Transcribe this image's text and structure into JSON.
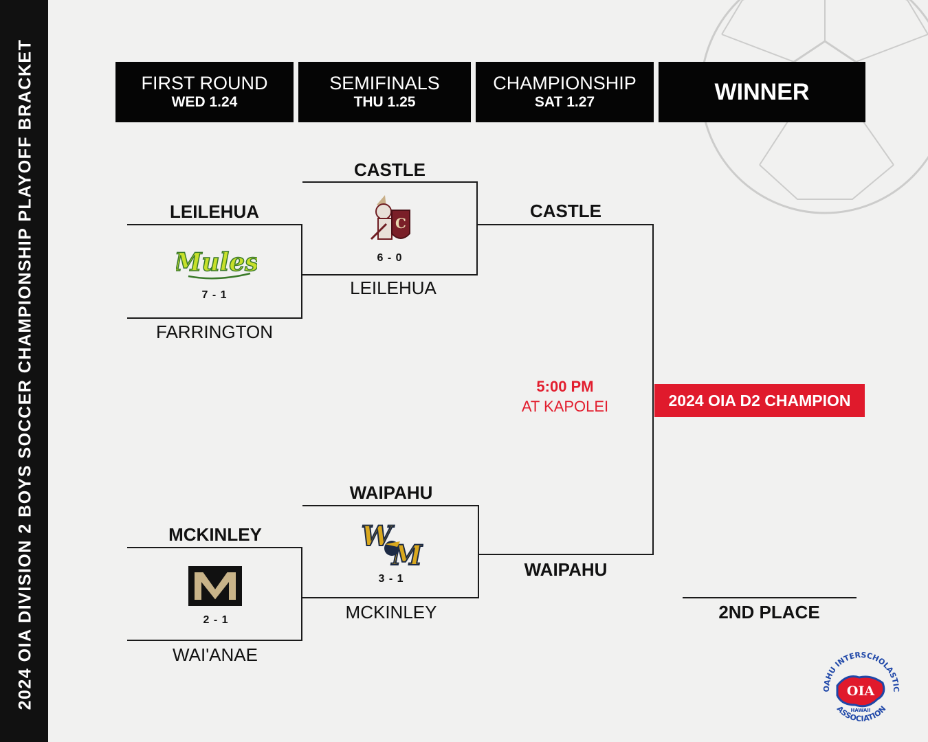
{
  "sidebar": {
    "title": "2024 OIA DIVISION 2 BOYS SOCCER CHAMPIONSHIP PLAYOFF BRACKET"
  },
  "headers": {
    "first_round": {
      "round": "FIRST ROUND",
      "date": "WED 1.24"
    },
    "semifinals": {
      "round": "SEMIFINALS",
      "date": "THU 1.25"
    },
    "championship": {
      "round": "CHAMPIONSHIP",
      "date": "SAT 1.27"
    },
    "winner": {
      "round": "WINNER"
    }
  },
  "first_round": {
    "game1": {
      "top": "LEILEHUA",
      "bottom": "FARRINGTON",
      "score": "7 - 1",
      "logo": "mules-logo"
    },
    "game2": {
      "top": "MCKINLEY",
      "bottom": "WAI'ANAE",
      "score": "2 - 1",
      "logo": "mckinley-m-logo"
    }
  },
  "semifinals": {
    "game1": {
      "top": "CASTLE",
      "bottom": "LEILEHUA",
      "score": "6 - 0",
      "logo": "castle-knight-logo"
    },
    "game2": {
      "top": "WAIPAHU",
      "bottom": "MCKINLEY",
      "score": "3 - 1",
      "logo": "waipahu-wm-logo"
    }
  },
  "championship": {
    "top": "CASTLE",
    "bottom": "WAIPAHU",
    "time": "5:00 PM",
    "venue": "AT KAPOLEI"
  },
  "winner": {
    "badge": "2024 OIA D2 CHAMPION",
    "second_place_label": "2ND PLACE"
  },
  "oia_logo": {
    "center": "OIA",
    "arc_top": "OAHU INTERSCHOLASTIC",
    "arc_bottom": "ASSOCIATION",
    "hawaii": "HAWAII"
  },
  "colors": {
    "accent_red": "#e01a2c",
    "header_bg": "#050505",
    "background": "#f1f1f0"
  }
}
